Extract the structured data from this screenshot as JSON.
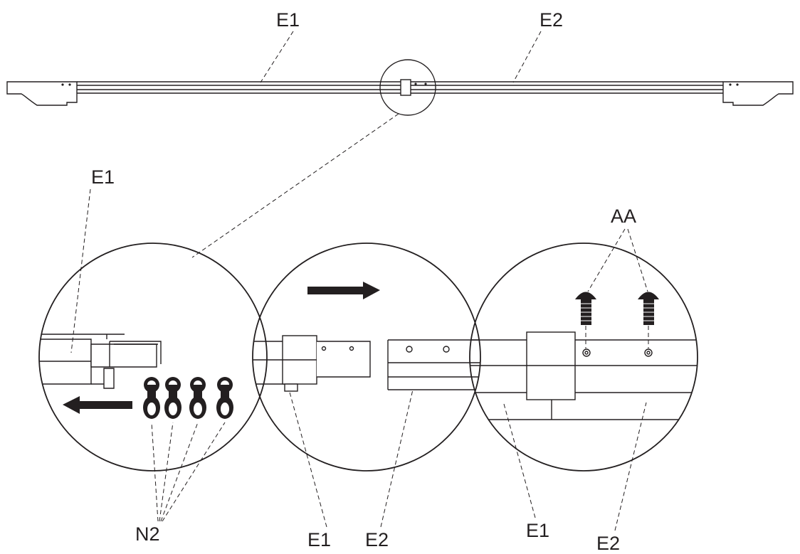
{
  "labels": {
    "top_e1": "E1",
    "top_e2": "E2",
    "step1_e1": "E1",
    "step1_n2": "N2",
    "step2_e1": "E1",
    "step2_e2": "E2",
    "step3_aa": "AA",
    "step3_e1": "E1",
    "step3_e2": "E2"
  },
  "colors": {
    "ink": "#231f20",
    "paper": "#ffffff"
  },
  "icons": [
    "arrow-left-icon",
    "arrow-right-icon",
    "bolt-icon",
    "hardware-eyelet-icon"
  ]
}
